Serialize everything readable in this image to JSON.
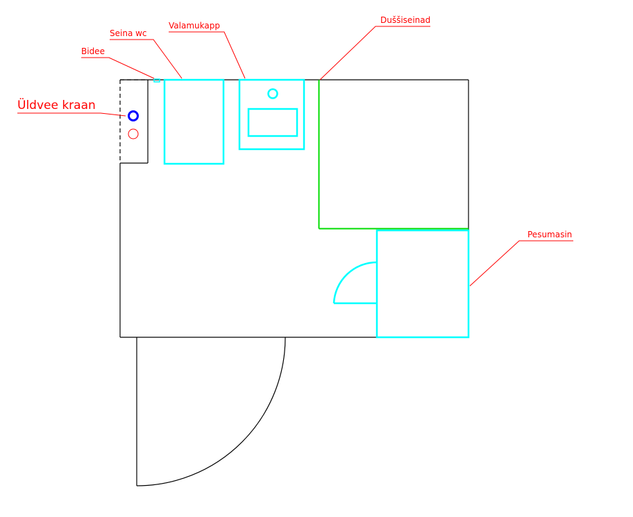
{
  "labels": {
    "main_tap": "Üldvee kraan",
    "bidet": "Bidee",
    "wall_wc": "Seina wc",
    "sink_cabinet": "Valamukapp",
    "shower_walls": "Duššiseinad",
    "washing_machine": "Pesumasin"
  },
  "colors": {
    "labels": "#ff0000",
    "fixtures": "#00ffff",
    "shower": "#00dd00",
    "main_tap": "#0000ff",
    "walls": "#000000"
  }
}
